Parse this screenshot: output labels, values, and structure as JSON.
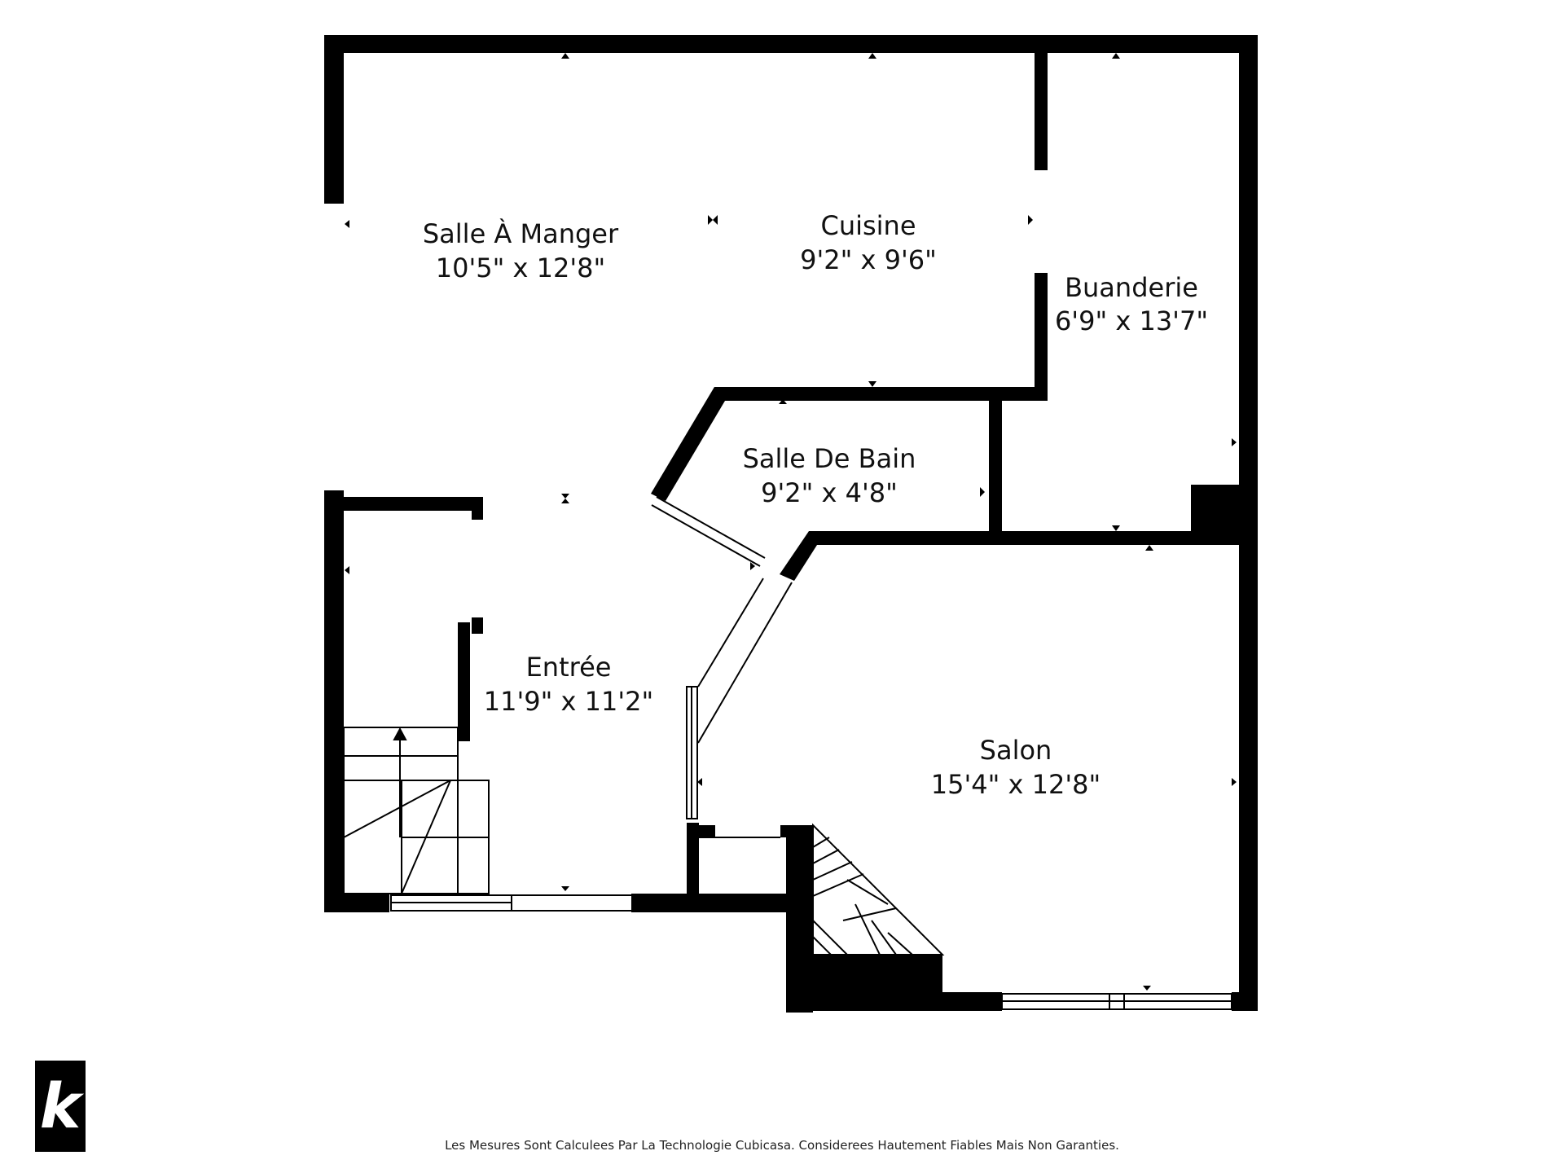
{
  "rooms": [
    {
      "id": "salle-a-manger",
      "name": "Salle À Manger",
      "dims": "10'5\" x 12'8\""
    },
    {
      "id": "cuisine",
      "name": "Cuisine",
      "dims": "9'2\" x 9'6\""
    },
    {
      "id": "buanderie",
      "name": "Buanderie",
      "dims": "6'9\" x 13'7\""
    },
    {
      "id": "salle-de-bain",
      "name": "Salle De Bain",
      "dims": "9'2\" x 4'8\""
    },
    {
      "id": "entree",
      "name": "Entrée",
      "dims": "11'9\" x 11'2\""
    },
    {
      "id": "salon",
      "name": "Salon",
      "dims": "15'4\" x 12'8\""
    }
  ],
  "logo": {
    "letter": "k"
  },
  "disclaimer": "Les Mesures Sont Calculees Par La Technologie Cubicasa. Considerees Hautement Fiables Mais Non Garanties."
}
